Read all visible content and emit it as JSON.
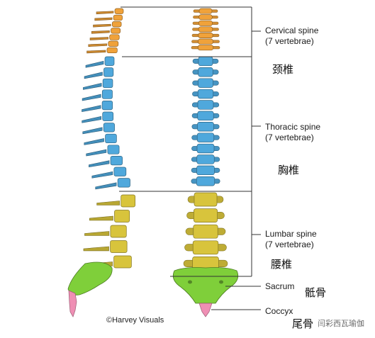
{
  "regions": [
    {
      "name": "Cervical spine",
      "count": "(7 vertebrae)",
      "cn": "颈椎"
    },
    {
      "name": "Thoracic spine",
      "count": "(7 vertebrae)",
      "cn": "胸椎"
    },
    {
      "name": "Lumbar spine",
      "count": "(7 vertebrae)",
      "cn": "腰椎"
    },
    {
      "name": "Sacrum",
      "cn": "骶骨"
    },
    {
      "name": "Coccyx",
      "cn": "尾骨"
    }
  ],
  "credit": "©Harvey Visuals",
  "watermark": "闫彩西瓦瑜伽",
  "colors": {
    "cervical": "#f0a23a",
    "thoracic": "#4fa8dc",
    "lumbar": "#d8c43c",
    "sacrum": "#7fcf3a",
    "coccyx": "#ef8fb4",
    "line": "#333333"
  }
}
